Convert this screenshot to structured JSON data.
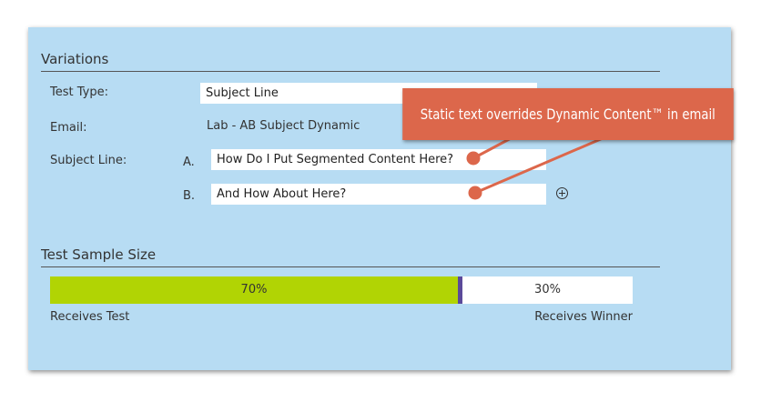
{
  "variations": {
    "title": "Variations",
    "test_type": {
      "label": "Test Type:",
      "value": "Subject Line"
    },
    "email": {
      "label": "Email:",
      "value": "Lab - AB Subject Dynamic"
    },
    "subject_line": {
      "label": "Subject Line:",
      "variants": [
        {
          "letter": "A.",
          "value": "How Do I Put Segmented Content Here?"
        },
        {
          "letter": "B.",
          "value": "And How About Here?"
        }
      ],
      "add_icon": "plus-circle-icon"
    }
  },
  "sample_size": {
    "title": "Test Sample Size",
    "test_percent": 70,
    "test_label": "70%",
    "winner_label": "30%",
    "receives_test": "Receives Test",
    "receives_winner": "Receives Winner"
  },
  "callout": {
    "text": "Static text overrides Dynamic Content™ in email"
  },
  "colors": {
    "panel_bg": "#b7dcf3",
    "test_fill": "#b1d404",
    "handle": "#5b4a9a",
    "callout_bg": "#dc674b"
  }
}
